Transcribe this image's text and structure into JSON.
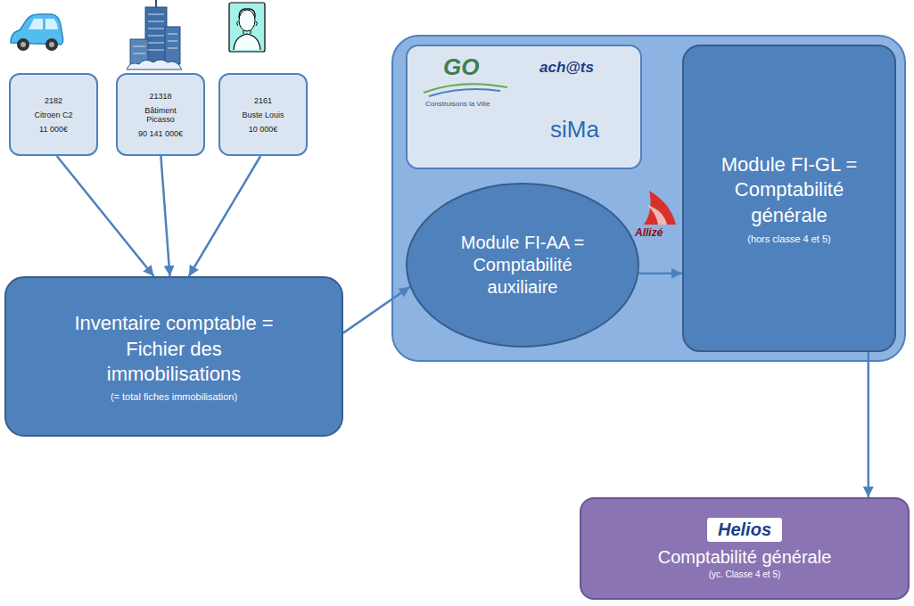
{
  "diagram": {
    "nodes": [
      {
        "text": [
          "2182",
          "Citroen C2",
          "11 000€"
        ]
      },
      {
        "text": [
          "21318",
          "Bâtiment Picasso",
          "90 141 000€"
        ]
      },
      {
        "text": [
          "2161",
          "Buste Louis",
          "10 000€"
        ]
      },
      {
        "text": [
          "Inventaire comptable = Fichier des immobilisations",
          "(= total fiches immobilisation)"
        ]
      },
      {
        "text": [
          "Allizé"
        ]
      },
      {
        "text": [
          "GO",
          "Construisons la Ville",
          "ach@ts",
          "siMa"
        ],
        "in": 4
      },
      {
        "text": [
          "Module FI-AA = Comptabilité auxiliaire"
        ],
        "in": 4
      },
      {
        "text": [
          "Module FI-GL = Comptabilité générale",
          "(hors classe 4 et 5)"
        ],
        "in": 4
      },
      {
        "text": [
          "Helios",
          "Comptabilité générale",
          "(yc. Classe 4 et 5)"
        ]
      }
    ],
    "edges": [
      {
        "from": 0,
        "to": 3,
        "arrow": "to"
      },
      {
        "from": 1,
        "to": 3,
        "arrow": "to"
      },
      {
        "from": 2,
        "to": 3,
        "arrow": "to"
      },
      {
        "from": 3,
        "to": 6,
        "arrow": "to"
      },
      {
        "from": 6,
        "to": 7,
        "arrow": "to"
      },
      {
        "from": 7,
        "to": 8,
        "arrow": "to"
      }
    ]
  }
}
